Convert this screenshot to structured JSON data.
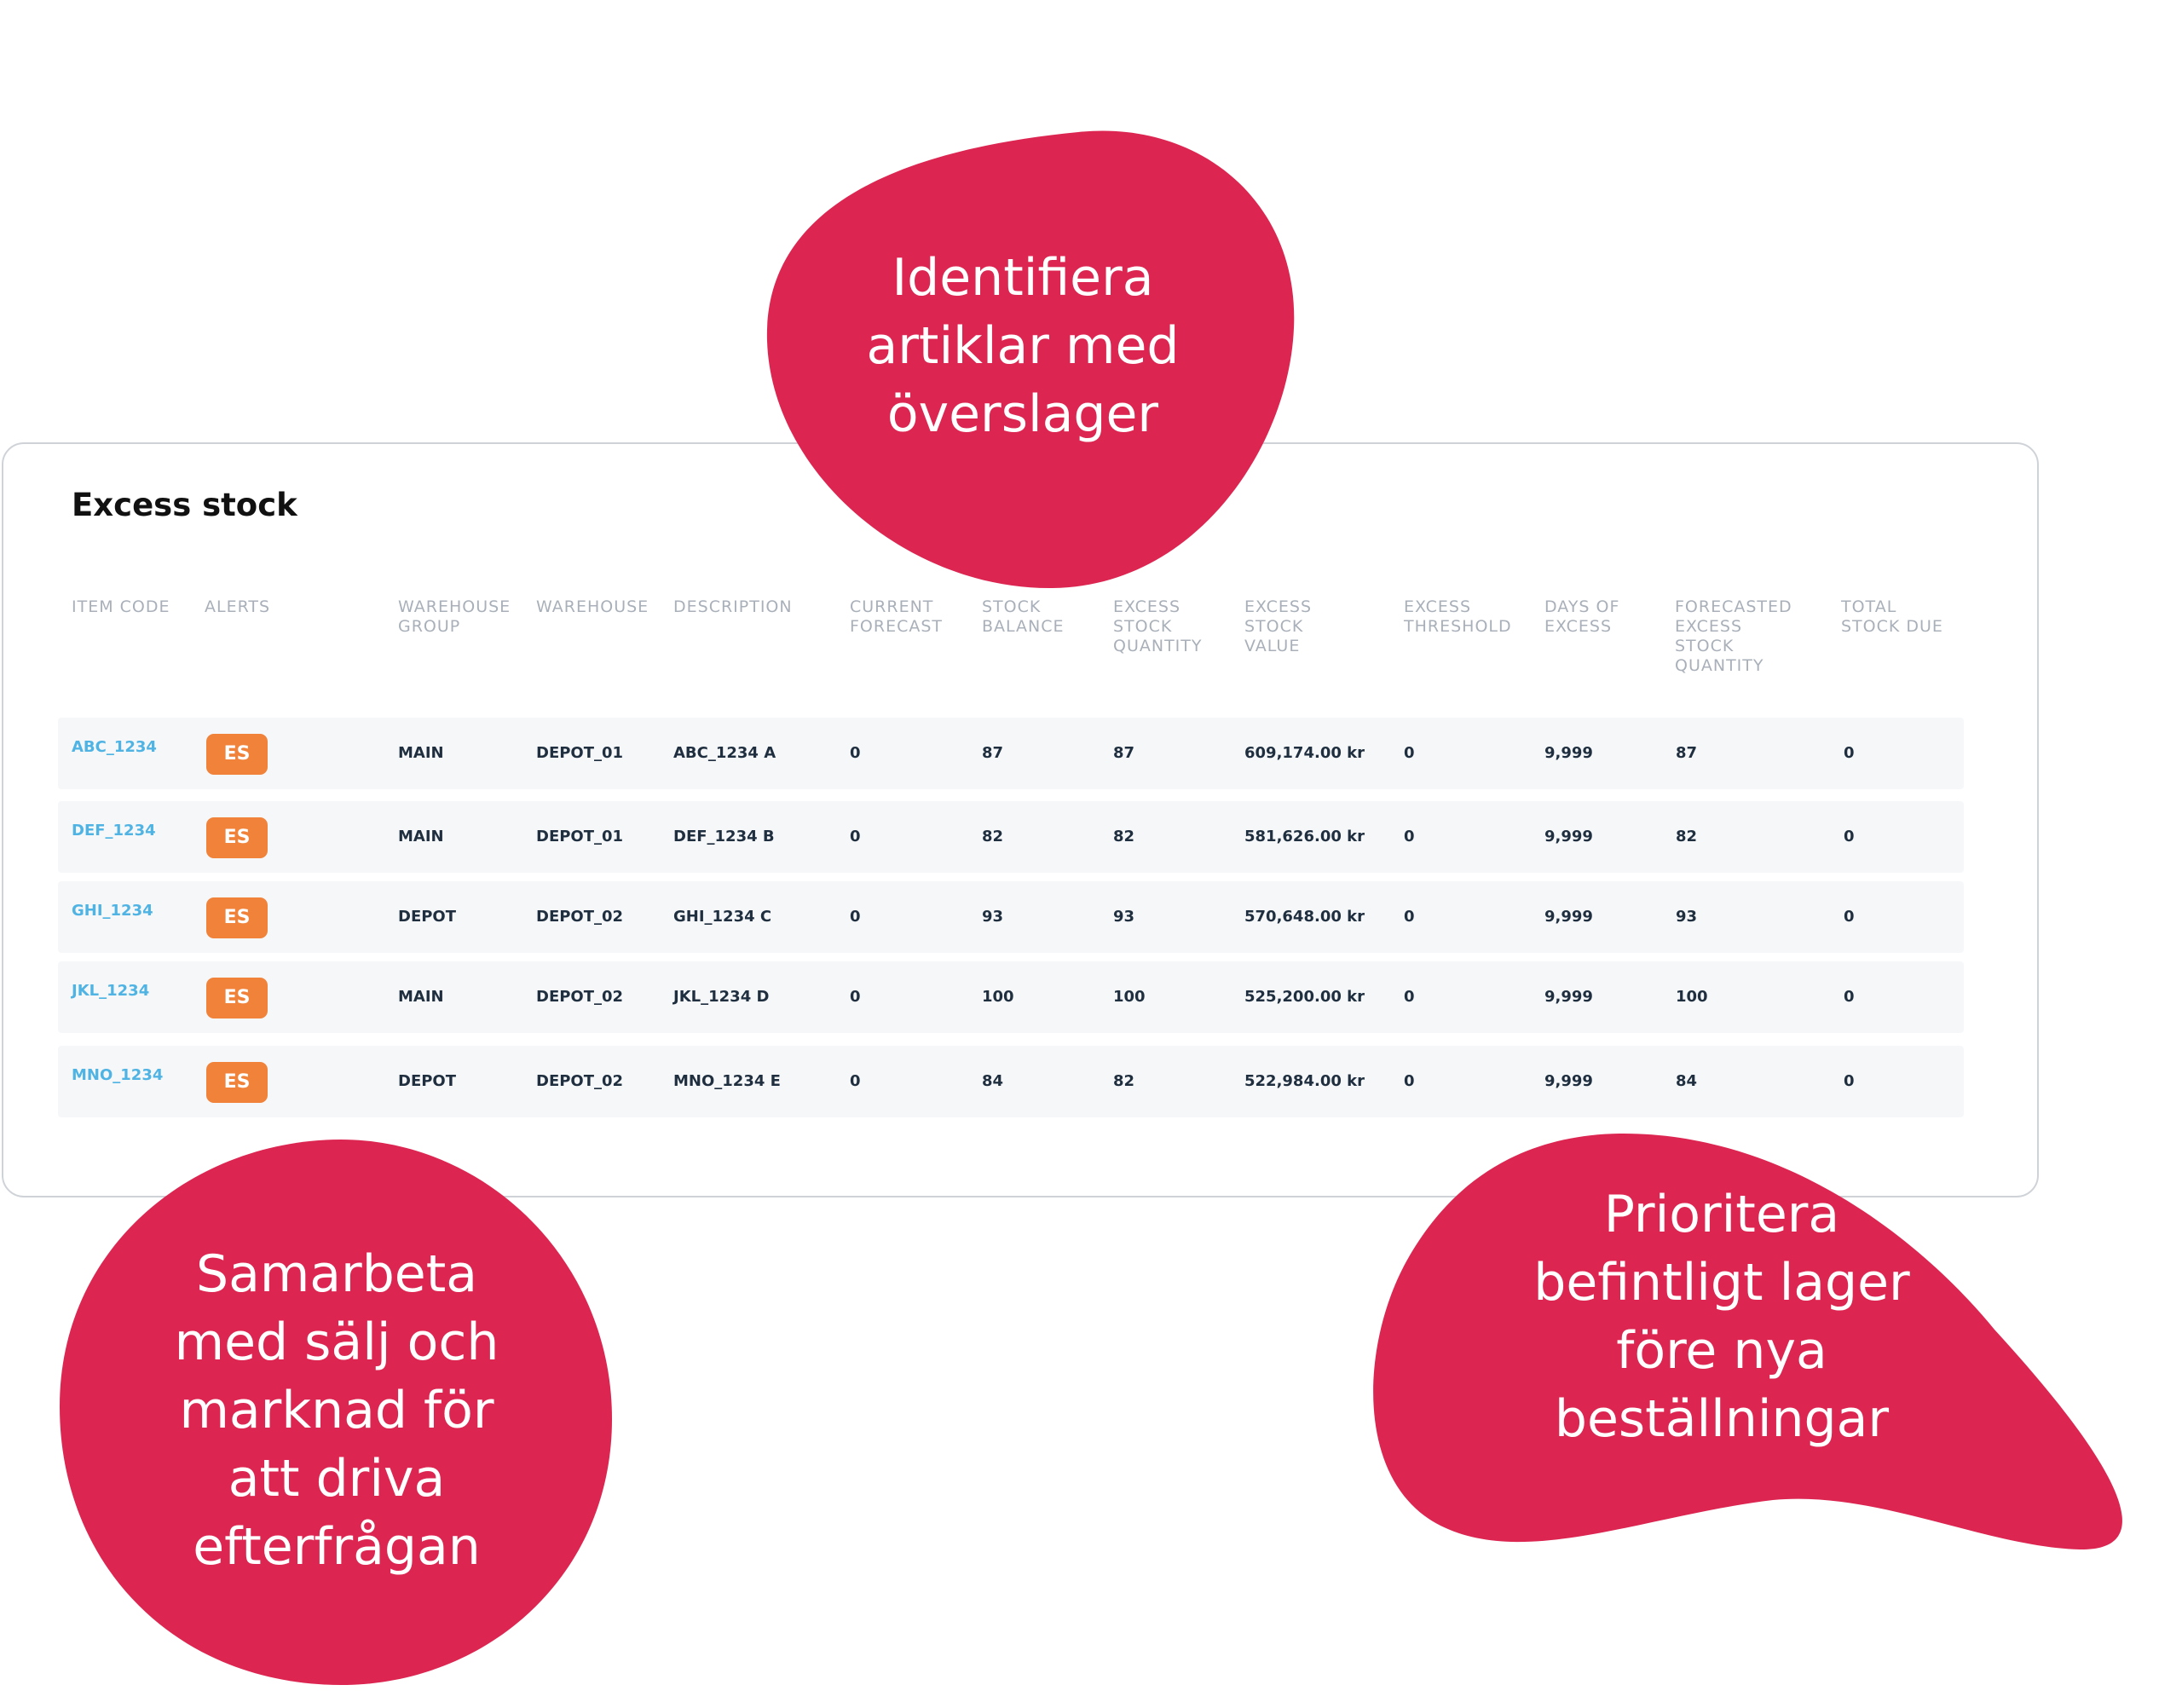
{
  "card": {
    "title": "Excess stock"
  },
  "table": {
    "columns": [
      "ITEM CODE",
      "ALERTS",
      "WAREHOUSE\nGROUP",
      "WAREHOUSE",
      "DESCRIPTION",
      "CURRENT\nFORECAST",
      "STOCK\nBALANCE",
      "EXCESS\nSTOCK\nQUANTITY",
      "EXCESS\nSTOCK\nVALUE",
      "EXCESS\nTHRESHOLD",
      "DAYS OF\nEXCESS",
      "FORECASTED\nEXCESS\nSTOCK\nQUANTITY",
      "TOTAL\nSTOCK DUE"
    ],
    "rows": [
      {
        "item_code": "ABC_1234",
        "alert": "ES",
        "warehouse_group": "MAIN",
        "warehouse": "DEPOT_01",
        "description": "ABC_1234 A",
        "current_forecast": "0",
        "stock_balance": "87",
        "excess_stock_quantity": "87",
        "excess_stock_value": "609,174.00  kr",
        "excess_threshold": "0",
        "days_of_excess": "9,999",
        "forecasted_excess_stock_quantity": "87",
        "total_stock_due": "0"
      },
      {
        "item_code": "DEF_1234",
        "alert": "ES",
        "warehouse_group": "MAIN",
        "warehouse": "DEPOT_01",
        "description": "DEF_1234 B",
        "current_forecast": "0",
        "stock_balance": "82",
        "excess_stock_quantity": "82",
        "excess_stock_value": "581,626.00 kr",
        "excess_threshold": "0",
        "days_of_excess": "9,999",
        "forecasted_excess_stock_quantity": "82",
        "total_stock_due": "0"
      },
      {
        "item_code": "GHI_1234",
        "alert": "ES",
        "warehouse_group": "DEPOT",
        "warehouse": "DEPOT_02",
        "description": "GHI_1234 C",
        "current_forecast": "0",
        "stock_balance": "93",
        "excess_stock_quantity": "93",
        "excess_stock_value": "570,648.00 kr",
        "excess_threshold": "0",
        "days_of_excess": "9,999",
        "forecasted_excess_stock_quantity": "93",
        "total_stock_due": "0"
      },
      {
        "item_code": "JKL_1234",
        "alert": "ES",
        "warehouse_group": "MAIN",
        "warehouse": "DEPOT_02",
        "description": "JKL_1234 D",
        "current_forecast": "0",
        "stock_balance": "100",
        "excess_stock_quantity": "100",
        "excess_stock_value": "525,200.00 kr",
        "excess_threshold": "0",
        "days_of_excess": "9,999",
        "forecasted_excess_stock_quantity": "100",
        "total_stock_due": "0"
      },
      {
        "item_code": "MNO_1234",
        "alert": "ES",
        "warehouse_group": "DEPOT",
        "warehouse": "DEPOT_02",
        "description": "MNO_1234 E",
        "current_forecast": "0",
        "stock_balance": "84",
        "excess_stock_quantity": "82",
        "excess_stock_value": "522,984.00 kr",
        "excess_threshold": "0",
        "days_of_excess": "9,999",
        "forecasted_excess_stock_quantity": "84",
        "total_stock_due": "0"
      }
    ]
  },
  "callouts": {
    "top": "Identifiera\nartiklar med\növerslager",
    "left": "Samarbeta\nmed sälj och\nmarknad för\natt driva\nefterfrågan",
    "right": "Prioritera\nbefintligt lager\nföre nya\nbeställningar"
  },
  "colors": {
    "accent": "#dc2651",
    "badge": "#f0823a",
    "link": "#4fb3e3",
    "header_text": "#a9b0b9",
    "row_bg": "#f6f7f9"
  }
}
